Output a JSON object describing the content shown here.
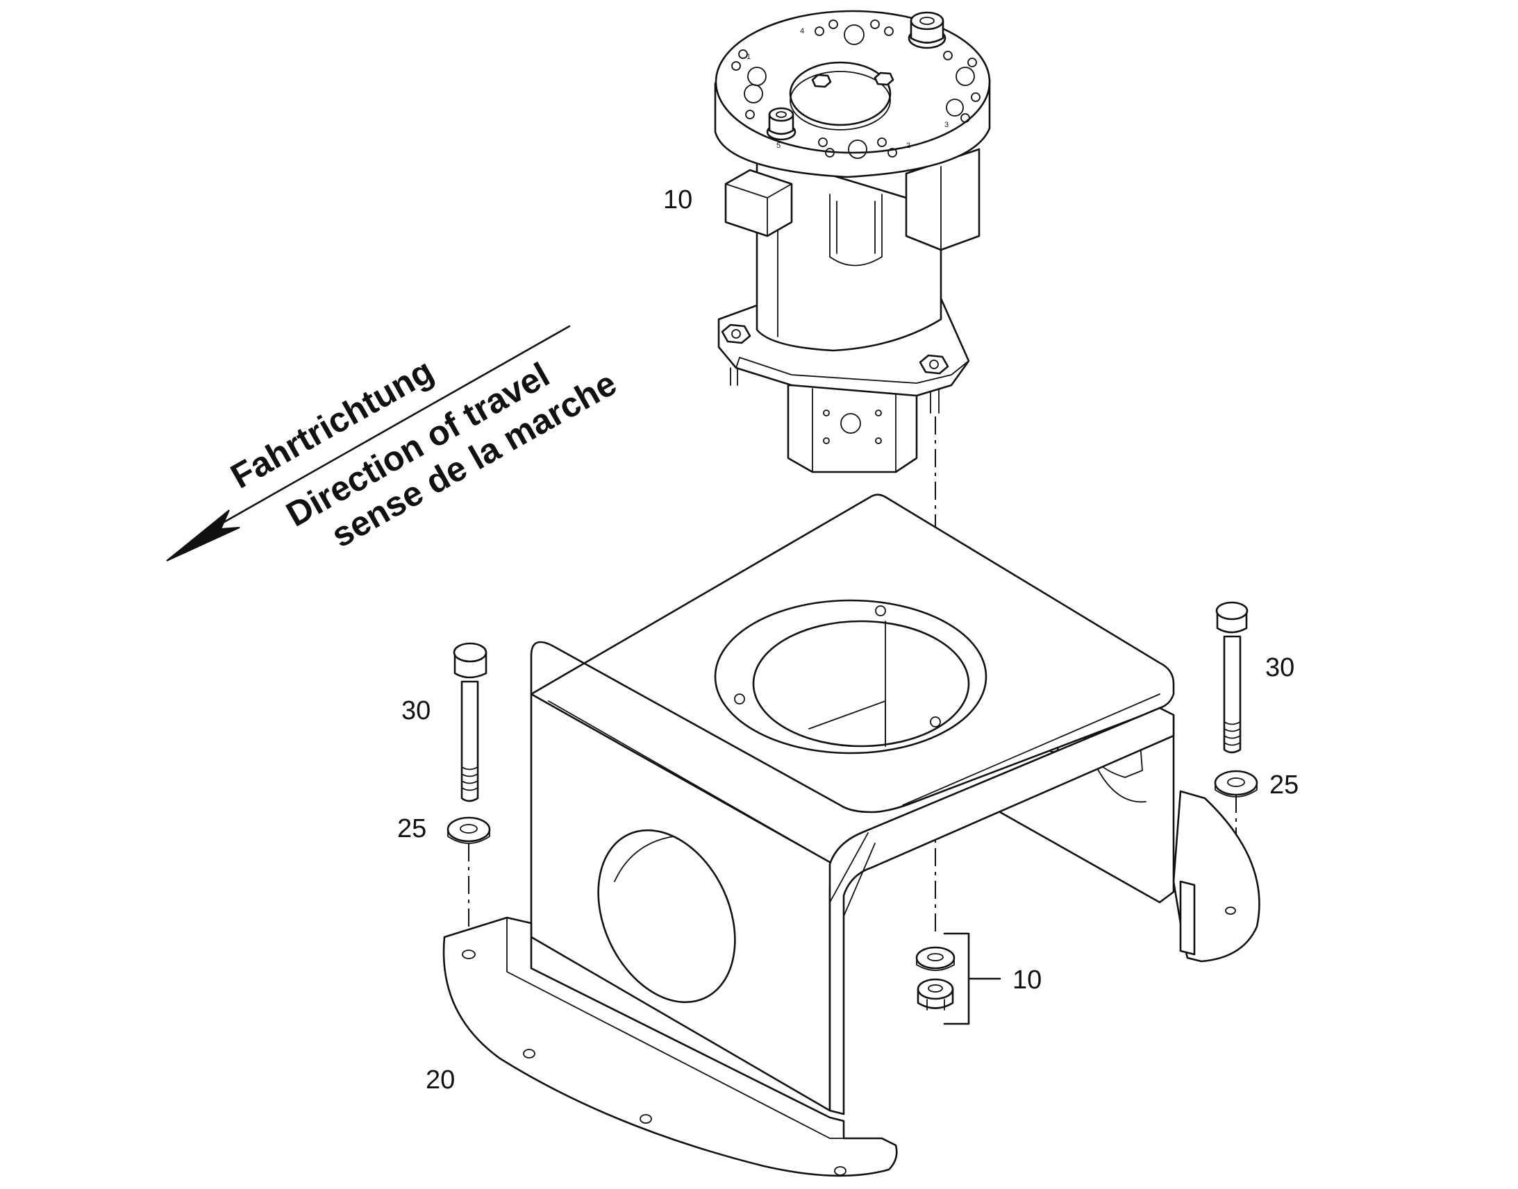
{
  "direction": {
    "line1": "Fahrtrichtung",
    "line2": "Direction of travel",
    "line3": "sense de la marche"
  },
  "callouts": {
    "motor": "10",
    "nuts_washers": "10",
    "frame": "20",
    "bolt_left": "30",
    "bolt_right": "30",
    "washer_left": "25",
    "washer_right": "25"
  },
  "port_marks": [
    "1",
    "2",
    "3",
    "4",
    "5"
  ]
}
